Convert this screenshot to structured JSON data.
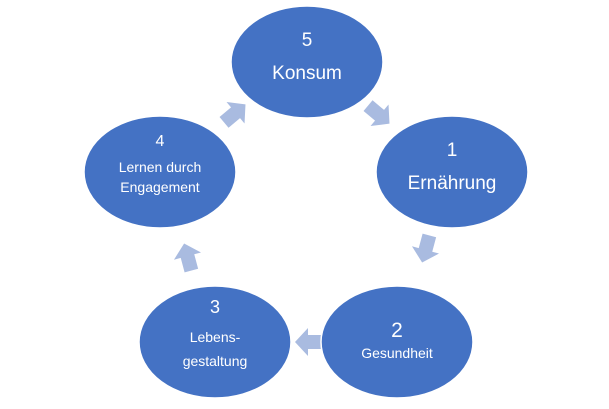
{
  "colors": {
    "node_fill": "#4472c4",
    "node_stroke": "#ffffff",
    "arrow_fill": "#a9bbe0",
    "text": "#ffffff",
    "background": "#ffffff"
  },
  "nodes": [
    {
      "id": "konsum",
      "number": "5",
      "label_lines": [
        "Konsum"
      ]
    },
    {
      "id": "ernaehrung",
      "number": "1",
      "label_lines": [
        "Ernährung"
      ]
    },
    {
      "id": "gesundheit",
      "number": "2",
      "label_lines": [
        "Gesundheit"
      ]
    },
    {
      "id": "lebensgestaltung",
      "number": "3",
      "label_lines": [
        "Lebens-",
        "gestaltung"
      ]
    },
    {
      "id": "lernen",
      "number": "4",
      "label_lines": [
        "Lernen durch",
        "Engagement"
      ]
    }
  ],
  "arrows": [
    {
      "from": "konsum",
      "to": "ernaehrung",
      "icon": "chevron-arrow-icon"
    },
    {
      "from": "ernaehrung",
      "to": "gesundheit",
      "icon": "chevron-arrow-icon"
    },
    {
      "from": "gesundheit",
      "to": "lebensgestaltung",
      "icon": "chevron-arrow-icon"
    },
    {
      "from": "lebensgestaltung",
      "to": "lernen",
      "icon": "chevron-arrow-icon"
    },
    {
      "from": "lernen",
      "to": "konsum",
      "icon": "chevron-arrow-icon"
    }
  ]
}
